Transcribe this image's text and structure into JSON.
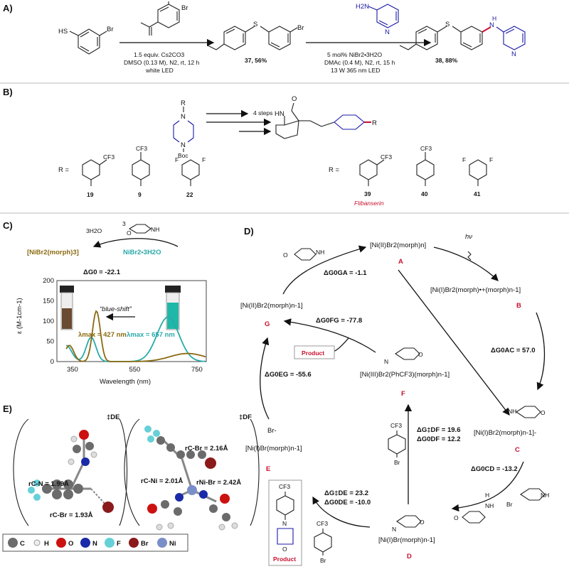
{
  "panels": {
    "A": "A)",
    "B": "B)",
    "C": "C)",
    "D": "D)",
    "E": "E)"
  },
  "panelA": {
    "aryl_br_label": "Br",
    "sh_label": "HS",
    "br_label": "Br",
    "cond1_line1": "1.5 equiv. Cs2CO3",
    "cond1_line2": "DMSO (0.13 M), N2, rt, 12 h",
    "cond1_line3": "white LED",
    "product1": "37, 56%",
    "amine_label": "H2N",
    "cond2_line1": "5 mol% NiBr2•3H2O",
    "cond2_line2": "DMAc (0.4 M), N2, rt, 15 h",
    "cond2_line3": "13 W 365 nm LED",
    "product2": "38, 88%",
    "nh_label": "H",
    "n_label": "N"
  },
  "panelB": {
    "reagent_R": "R",
    "reagent_N": "N",
    "reagent_Boc": "Boc",
    "steps": "4 steps",
    "hn_label": "HN",
    "o_label": "O",
    "R_eq": "R =",
    "R_eq2": "R =",
    "cf3": "CF3",
    "f": "F",
    "compounds_left": [
      "19",
      "9",
      "22"
    ],
    "compounds_right": [
      "39",
      "40",
      "41"
    ],
    "flibanserin": "Flibanserin",
    "r_label": "R"
  },
  "panelC": {
    "water": "3H2O",
    "three": "3",
    "nh": "NH",
    "o": "O",
    "complex_left": "[NiBr2(morph)3]",
    "complex_right": "NiBr2•3H2O",
    "dG": "ΔG0 = -22.1",
    "blue_shift": "“blue-shift”",
    "lam1": "λmax = 427 nm",
    "lam2": "λmax = 657 nm",
    "ylabel": "ε (M-1cm-1)",
    "xlabel": "Wavelength (nm)",
    "xticks": [
      "350",
      "550",
      "750"
    ],
    "yticks": [
      "0",
      "50",
      "100",
      "150",
      "200"
    ]
  },
  "panelD": {
    "A_formula": "[Ni(II)Br2(morph)n]",
    "A": "A",
    "hv": "hν",
    "B_formula": "[Ni(I)Br2(morph)•+(morph)n-1]",
    "B": "B",
    "C_formula": "[Ni(I)Br2(morph)n-1]-",
    "C": "C",
    "D_formula": "[Ni(I)Br(morph)n-1]",
    "D": "D",
    "E_formula": "[Ni(I)Br(morph)n-1]",
    "E": "E",
    "E_br": "Br-",
    "F_formula": "[Ni(III)Br2(PhCF3)(morph)n-1]",
    "F": "F",
    "G_formula": "[Ni(II)Br2(morph)n-1]",
    "G": "G",
    "dGGA": "ΔG0GA = -1.1",
    "dGAC": "ΔG0AC = 57.0",
    "dGCD": "ΔG0CD = -13.2",
    "dGdDE1": "ΔG‡DE = 23.2",
    "dGdDE2": "ΔG0DE = -10.0",
    "dGdDF1": "ΔG‡DF = 19.6",
    "dGdDF2": "ΔG0DF = 12.2",
    "dGFG": "ΔG0FG = -77.8",
    "dGEG": "ΔG0EG = -55.6",
    "product": "Product",
    "product2": "Product",
    "cf3": "CF3",
    "br": "Br",
    "nh": "NH",
    "h": "H",
    "o": "O",
    "n": "N"
  },
  "panelE": {
    "ts1": "‡DE",
    "ts2": "‡DF",
    "rCN": "rC-N = 1.99Å",
    "rCBr1": "rC-Br = 1.93Å",
    "rCBr2": "rC-Br = 2.16Å",
    "rCNi": "rC-Ni = 2.01Å",
    "rNiBr": "rNi-Br = 2.42Å",
    "legend": [
      "C",
      "H",
      "O",
      "N",
      "F",
      "Br",
      "Ni"
    ]
  },
  "colors": {
    "accent_red": "#c8102e",
    "ni_blue": "#1a1aa8",
    "teal": "#2aa9a9",
    "olive": "#8a6a10",
    "C": "#6b6b6b",
    "H": "#eeeeee",
    "O": "#cc1111",
    "N": "#1a2aa8",
    "F": "#66d0d8",
    "Br": "#8b1a1a",
    "Ni": "#7a8fc8"
  }
}
